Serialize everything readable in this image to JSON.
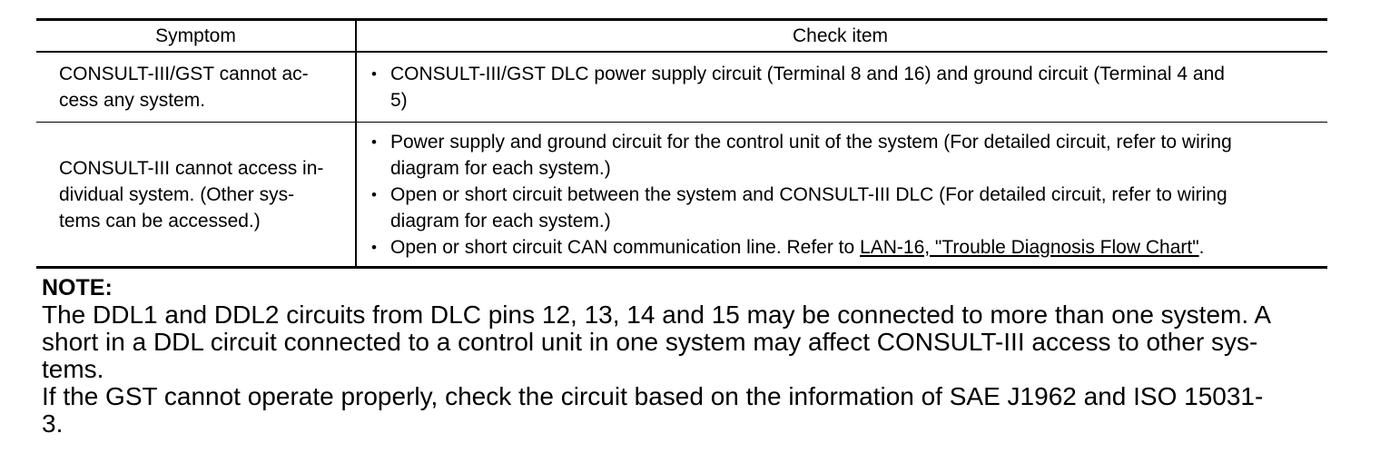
{
  "theme": {
    "background_color": "#ffffff",
    "text_color": "#000000",
    "border_color": "#000000"
  },
  "icons": {
    "bullet": "•"
  },
  "table": {
    "headers": {
      "symptom": "Symptom",
      "check_item": "Check item"
    },
    "rows": [
      {
        "symptom": "CONSULT-III/GST cannot ac-\ncess any system.",
        "check_items": [
          {
            "text": "CONSULT-III/GST DLC power supply circuit (Terminal 8 and 16) and ground circuit (Terminal 4 and\n5)"
          }
        ]
      },
      {
        "symptom": "CONSULT-III cannot access in-\ndividual system. (Other sys-\ntems can be accessed.)",
        "check_items": [
          {
            "text": "Power supply and ground circuit for the control unit of the system (For detailed circuit, refer to wiring\ndiagram for each system.)"
          },
          {
            "text": "Open or short circuit between the system and CONSULT-III DLC (For detailed circuit, refer to wiring\ndiagram for each system.)"
          },
          {
            "prefix": "Open or short circuit CAN communication line. Refer to ",
            "link": "LAN-16, \"Trouble Diagnosis Flow Chart\"",
            "suffix": "."
          }
        ]
      }
    ]
  },
  "note": {
    "label": "NOTE:",
    "paragraph1": "The DDL1 and DDL2 circuits from DLC pins 12, 13, 14 and 15 may be connected to more than one system. A\nshort in a DDL circuit connected to a control unit in one system may affect CONSULT-III access to other sys-\ntems.",
    "paragraph2": "If the GST cannot operate properly, check the circuit based on the information of SAE J1962 and ISO 15031-\n3."
  }
}
